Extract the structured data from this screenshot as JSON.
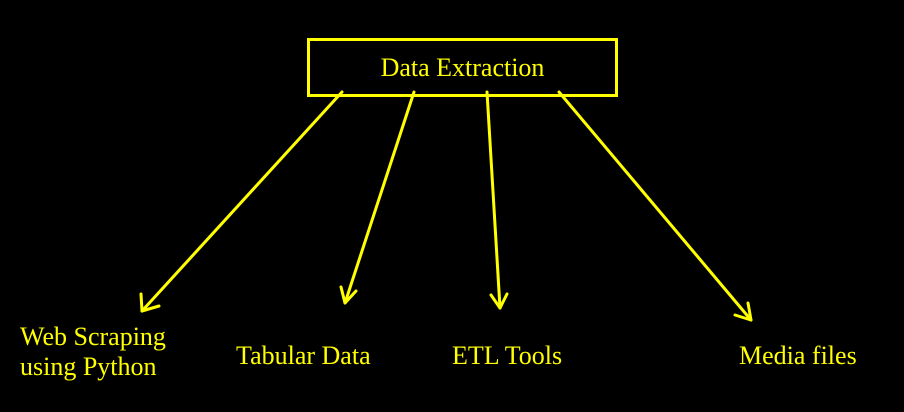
{
  "diagram": {
    "root": {
      "label": "Data Extraction"
    },
    "children": [
      {
        "id": "web",
        "lines": [
          "Web Scraping",
          "using Python"
        ]
      },
      {
        "id": "tabular",
        "lines": [
          "Tabular Data"
        ]
      },
      {
        "id": "etl",
        "lines": [
          "ETL Tools"
        ]
      },
      {
        "id": "media",
        "lines": [
          "Media files"
        ]
      }
    ]
  },
  "colors": {
    "background": "#000000",
    "foreground": "#ffff00"
  }
}
